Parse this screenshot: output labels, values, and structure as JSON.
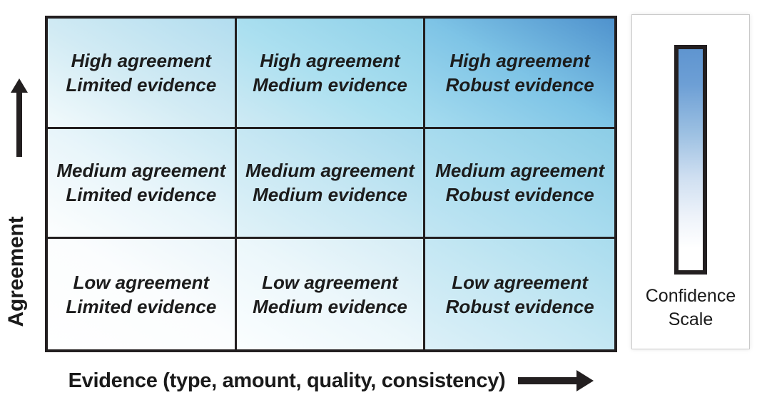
{
  "axes": {
    "y_label": "Agreement",
    "y_arrow_icon": "arrow-up-icon",
    "x_label": "Evidence (type, amount, quality, consistency)",
    "x_arrow_icon": "arrow-right-icon"
  },
  "matrix": {
    "rows": [
      {
        "agreement": "High",
        "cells": [
          {
            "line1": "High agreement",
            "line2": "Limited evidence"
          },
          {
            "line1": "High agreement",
            "line2": "Medium evidence"
          },
          {
            "line1": "High agreement",
            "line2": "Robust evidence"
          }
        ]
      },
      {
        "agreement": "Medium",
        "cells": [
          {
            "line1": "Medium agreement",
            "line2": "Limited evidence"
          },
          {
            "line1": "Medium agreement",
            "line2": "Medium evidence"
          },
          {
            "line1": "Medium agreement",
            "line2": "Robust evidence"
          }
        ]
      },
      {
        "agreement": "Low",
        "cells": [
          {
            "line1": "Low agreement",
            "line2": "Limited evidence"
          },
          {
            "line1": "Low agreement",
            "line2": "Medium evidence"
          },
          {
            "line1": "Low agreement",
            "line2": "Robust evidence"
          }
        ]
      }
    ]
  },
  "legend": {
    "caption_line1": "Confidence",
    "caption_line2": "Scale",
    "bar_top_color": "#5f95d0",
    "bar_bottom_color": "#ffffff"
  },
  "colors": {
    "border": "#231f20",
    "text": "#1a1a1a",
    "highest_confidence": "#4f92cd",
    "lowest_confidence": "#ffffff"
  }
}
